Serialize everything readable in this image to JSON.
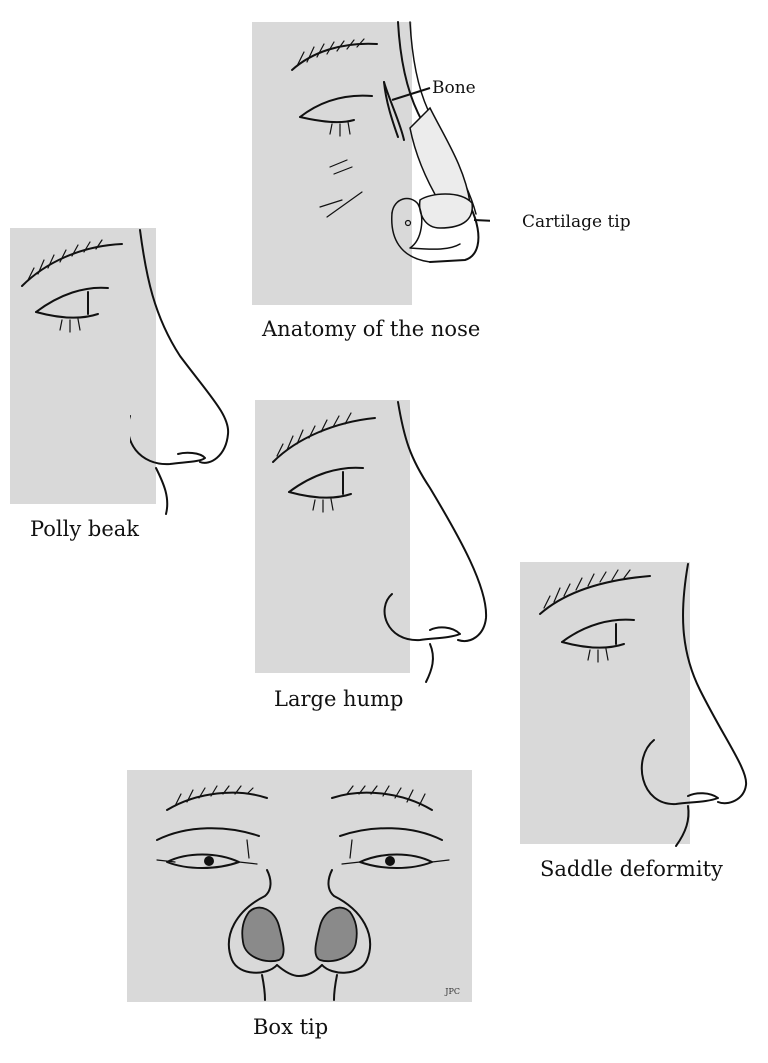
{
  "figures": {
    "anatomy": {
      "caption": "Anatomy of the nose",
      "labels": {
        "bone": "Bone",
        "cartilage_tip": "Cartilage tip"
      }
    },
    "polly_beak": {
      "caption": "Polly beak"
    },
    "large_hump": {
      "caption": "Large hump"
    },
    "saddle_deformity": {
      "caption": "Saddle deformity"
    },
    "box_tip": {
      "caption": "Box tip",
      "artist_initials": "JPC"
    }
  },
  "colors": {
    "panel_background": "#d9d9d9",
    "cartilage_fill": "#ececec",
    "nostril_fill": "#8a8a8a"
  }
}
